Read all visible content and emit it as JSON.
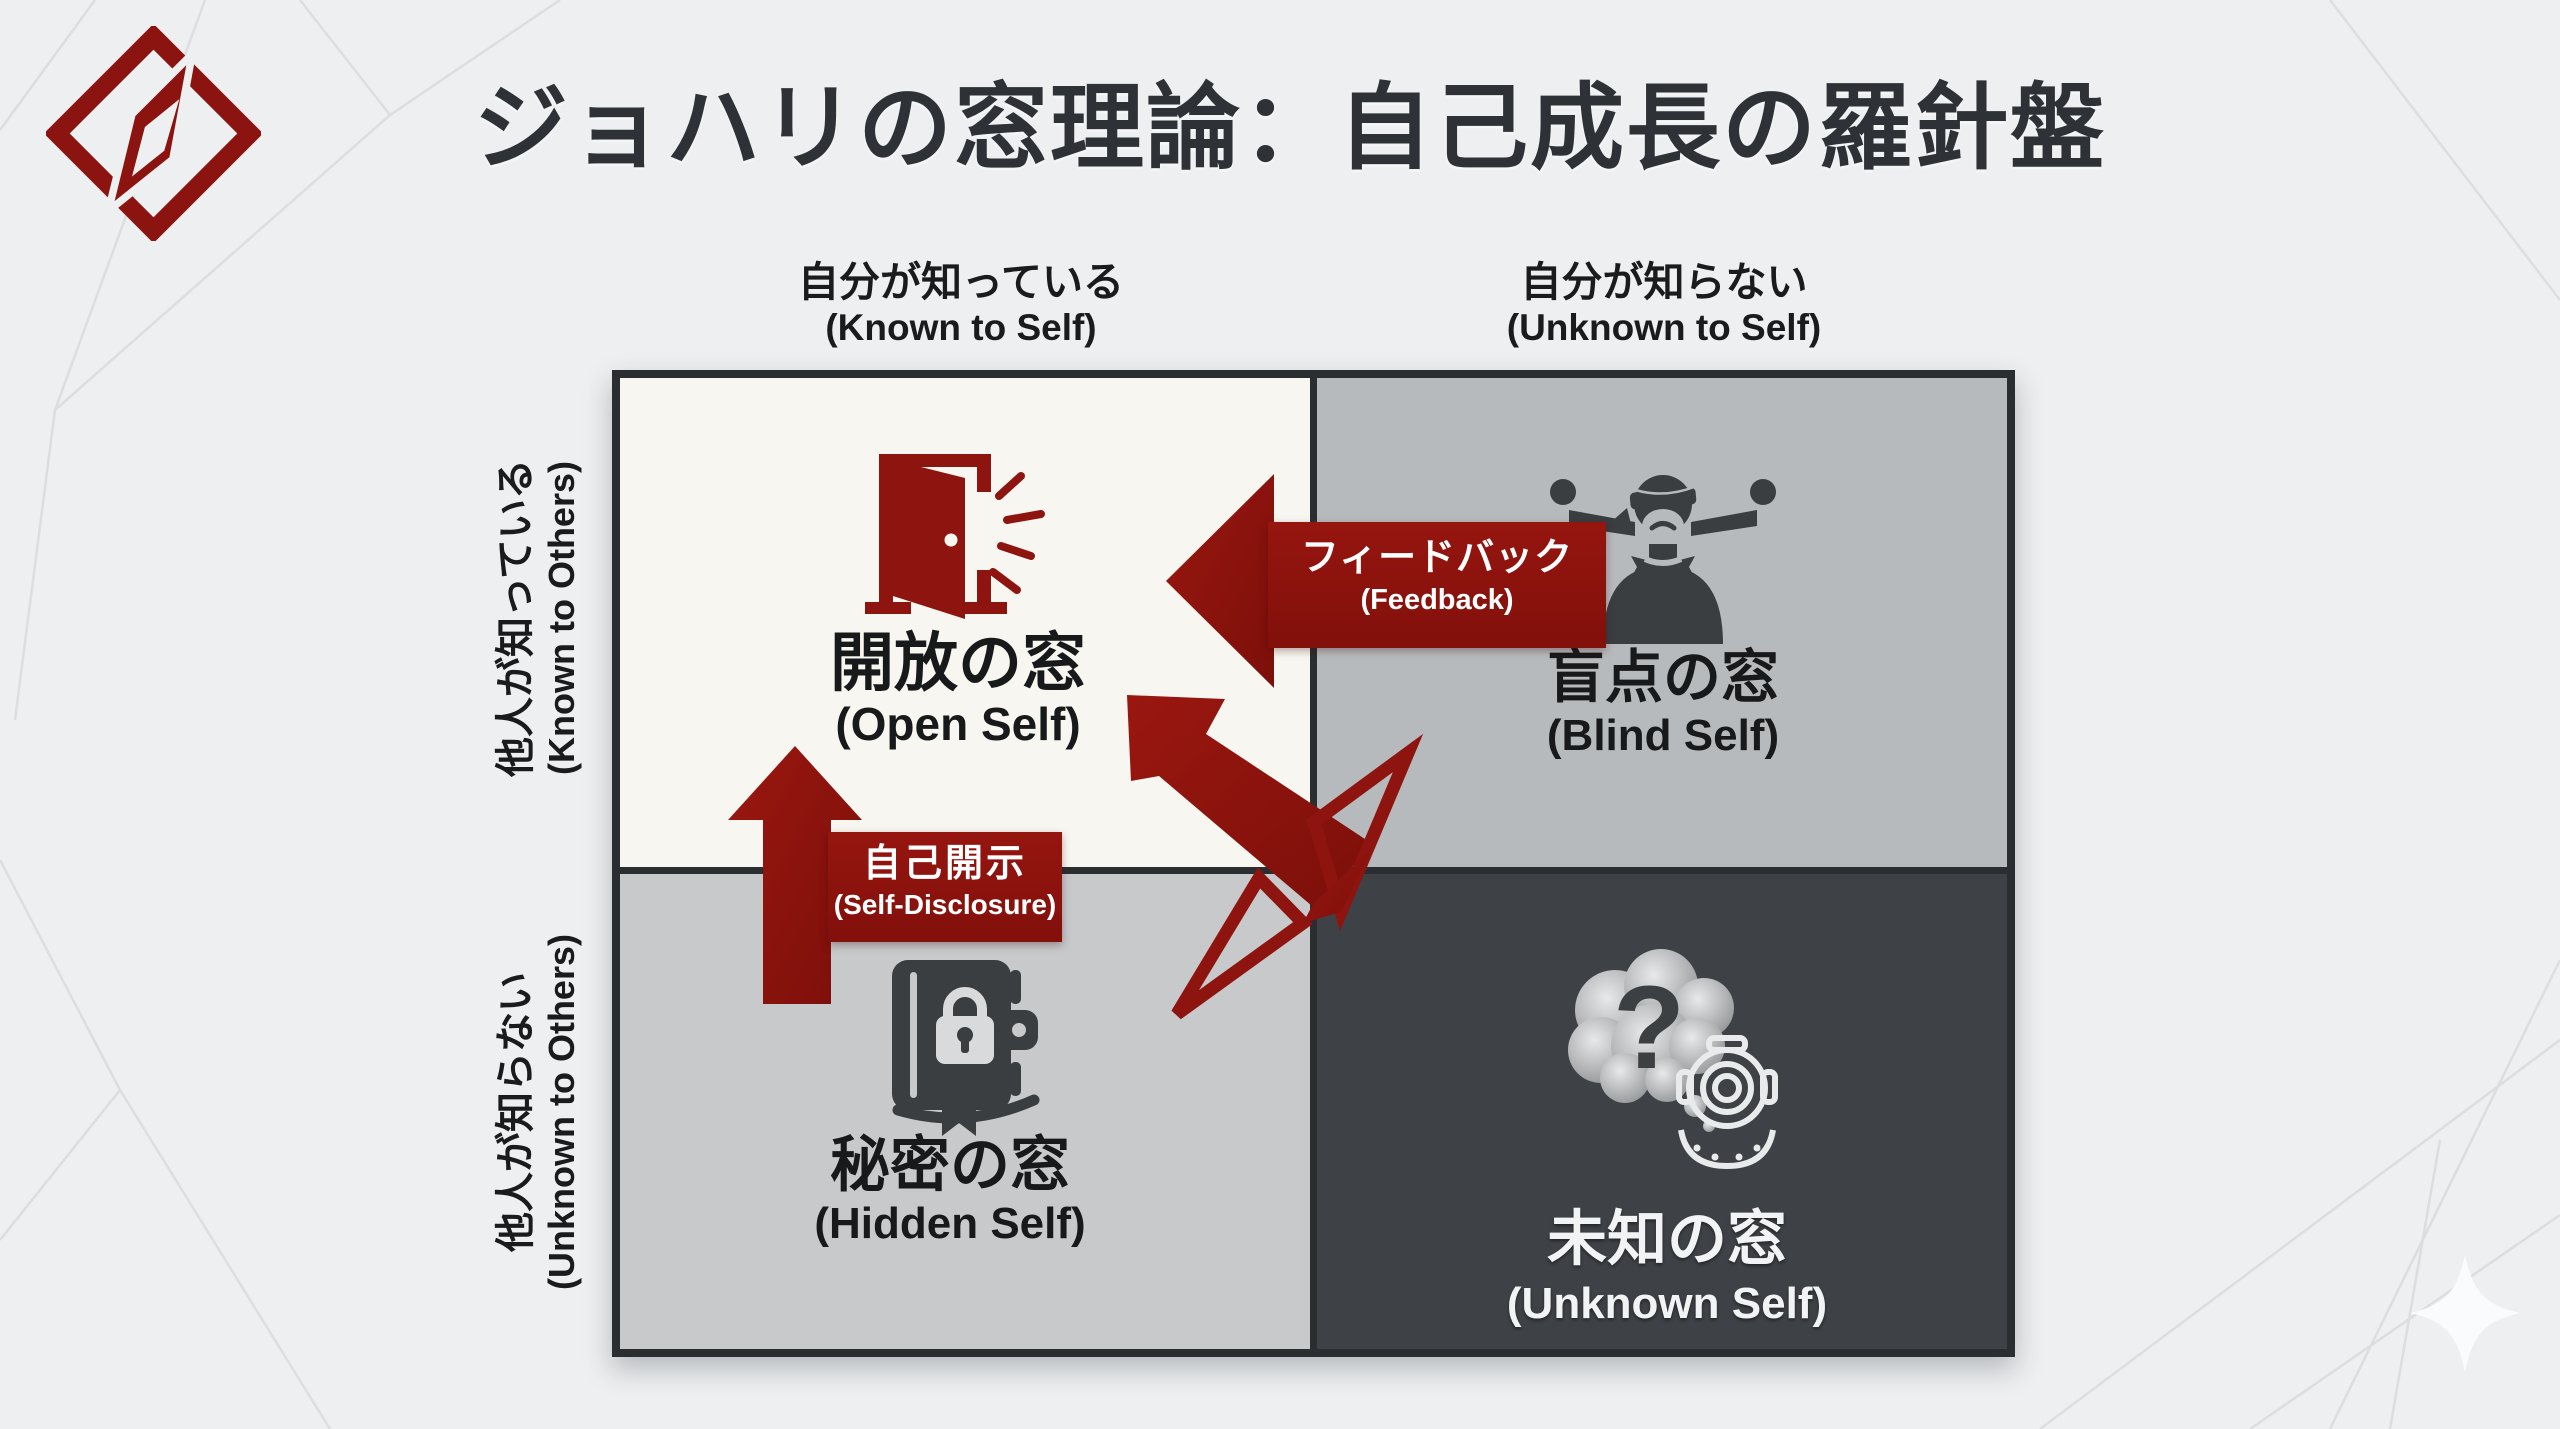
{
  "page": {
    "title": "ジョハリの窓理論：自己成長の羅針盤"
  },
  "matrix": {
    "columns": [
      {
        "jp": "自分が知っている",
        "en": "(Known to Self)"
      },
      {
        "jp": "自分が知らない",
        "en": "(Unknown to Self)"
      }
    ],
    "rows": [
      {
        "jp": "他人が知っている",
        "en": "(Known to Others)"
      },
      {
        "jp": "他人が知らない",
        "en": "(Unknown to Others)"
      }
    ],
    "quadrants": [
      {
        "id": "open",
        "jp": "開放の窓",
        "en": "(Open Self)",
        "icon": "open-door-icon"
      },
      {
        "id": "blind",
        "jp": "盲点の窓",
        "en": "(Blind Self)",
        "icon": "blindfolded-person-pointing-icon"
      },
      {
        "id": "hidden",
        "jp": "秘密の窓",
        "en": "(Hidden Self)",
        "icon": "locked-diary-icon"
      },
      {
        "id": "unknown",
        "jp": "未知の窓",
        "en": "(Unknown Self)",
        "icon": "question-cloud-diver-helmet-icon"
      }
    ]
  },
  "arrows": {
    "feedback": {
      "jp": "フィードバック",
      "en": "(Feedback)",
      "direction": "left"
    },
    "self_disclosure": {
      "jp": "自己開示",
      "en": "(Self-Disclosure)",
      "direction": "up"
    },
    "exchange": {
      "direction": "diagonal-up-left-with-hollow-tail"
    }
  },
  "icons": {
    "logo": "compass-nib-logo-icon",
    "sparkle": "sparkle-icon"
  },
  "colors": {
    "accent_red": "#8e1410",
    "page_bg": "#edeff1",
    "grid_border": "#2b2e30",
    "quad_open_bg": "#f8f6f0",
    "quad_blind_bg": "#b7babc",
    "quad_hidden_bg": "#c7c9ca",
    "quad_unknown_bg": "#3e4246",
    "dark_icon": "#3a3e41",
    "label_text_dark": "#17191b",
    "label_text_light": "#f2f3f4"
  }
}
